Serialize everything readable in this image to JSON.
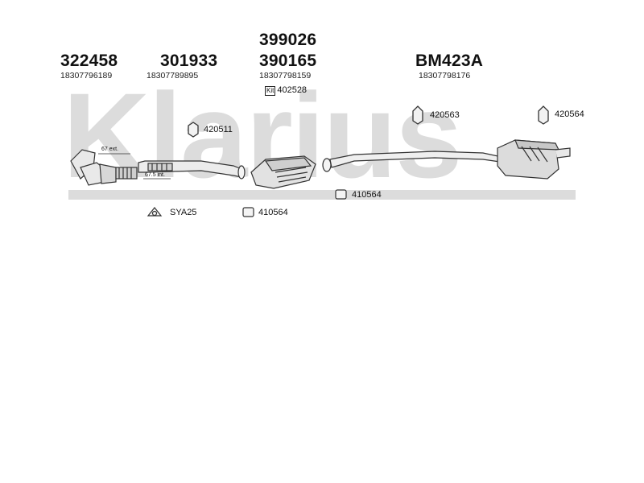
{
  "watermark": "Klarius",
  "colors": {
    "watermark": "#d9d9d9",
    "line": "#333333",
    "part_fill": "#e6e6e6"
  },
  "groups": [
    {
      "part_numbers": [
        "322458"
      ],
      "oem": "18307796189"
    },
    {
      "part_numbers": [
        "301933"
      ],
      "oem": "18307789895"
    },
    {
      "part_numbers": [
        "399026",
        "390165"
      ],
      "oem": "18307798159",
      "kit": "Kit",
      "kit_number": "402528"
    },
    {
      "part_numbers": [
        "BM423A"
      ],
      "oem": "18307798176"
    }
  ],
  "fittings": {
    "mount_420511": "420511",
    "mount_420563": "420563",
    "mount_420564": "420564",
    "clamp_410564_a": "410564",
    "clamp_410564_b": "410564",
    "gasket_sya25": "SYA25"
  },
  "dimensions": {
    "ext": "67 ext.",
    "int": "67.5 int."
  },
  "icons": [
    "rubber-mount-icon",
    "clamp-icon",
    "gasket-icon",
    "kit-icon"
  ]
}
